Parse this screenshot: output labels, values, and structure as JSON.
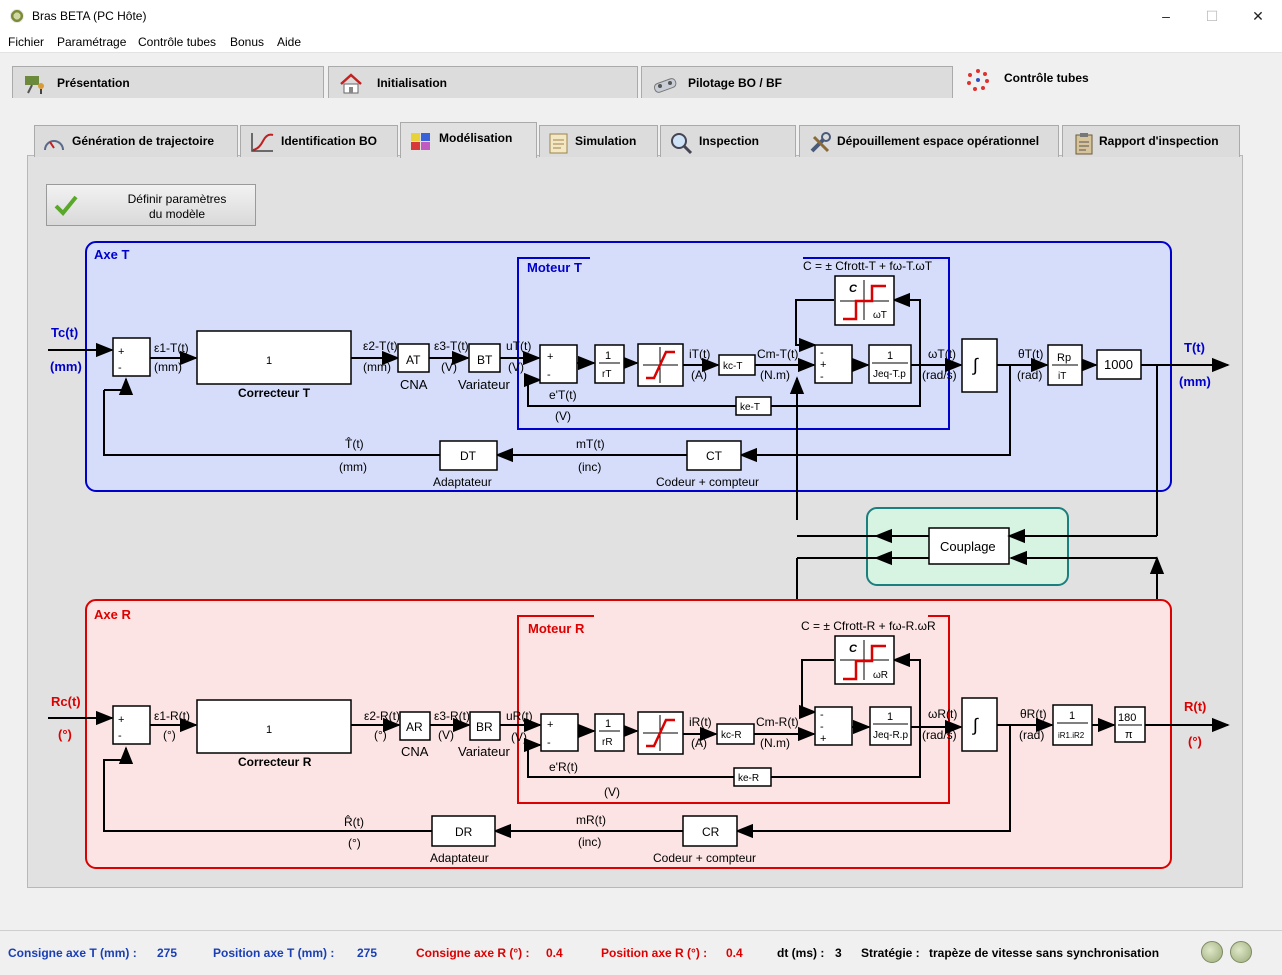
{
  "window": {
    "title": "Bras BETA (PC Hôte)",
    "minimize": "–",
    "maximize": "☐",
    "close": "✕"
  },
  "menu": [
    "Fichier",
    "Paramétrage",
    "Contrôle tubes",
    "Bonus",
    "Aide"
  ],
  "main_tabs": [
    {
      "label": "Présentation",
      "icon": "presenter-icon"
    },
    {
      "label": "Initialisation",
      "icon": "house-icon"
    },
    {
      "label": "Pilotage BO / BF",
      "icon": "joystick-icon"
    },
    {
      "label": "Contrôle tubes",
      "icon": "dots-ring-icon",
      "selected": true
    }
  ],
  "sub_tabs": [
    {
      "label": "Génération de trajectoire",
      "icon": "gauge-icon"
    },
    {
      "label": "Identification BO",
      "icon": "curve-icon"
    },
    {
      "label": "Modélisation",
      "icon": "blocks-icon",
      "selected": true
    },
    {
      "label": "Simulation",
      "icon": "scroll-icon"
    },
    {
      "label": "Inspection",
      "icon": "magnifier-icon"
    },
    {
      "label": "Dépouillement espace opérationnel",
      "icon": "tools-icon"
    },
    {
      "label": "Rapport d'inspection",
      "icon": "clipboard-icon"
    }
  ],
  "define_button": {
    "line1": "Définir paramètres",
    "line2": "du modèle"
  },
  "axisT": {
    "title": "Axe T",
    "motor_title": "Moteur T",
    "input": "Tc(t)",
    "input_unit": "(mm)",
    "eps1": "ε1-T(t)",
    "eps1_unit": "(mm)",
    "corrector_value": "1",
    "corrector_label": "Correcteur T",
    "eps2": "ε2-T(t)",
    "eps2_unit": "(mm)",
    "A": "AT",
    "A_label": "CNA",
    "eps3": "ε3-T(t)",
    "eps3_unit": "(V)",
    "B": "BT",
    "B_label": "Variateur",
    "u": "uT(t)",
    "u_unit": "(V)",
    "plus": "+",
    "minus": "-",
    "r_num": "1",
    "r_den": "rT",
    "i": "iT(t)",
    "i_unit": "(A)",
    "kc": "kc-T",
    "Cm": "Cm-T(t)",
    "Cm_unit": "(N.m)",
    "friction": "C = ± Cfrott-T + fω-T.ωT",
    "sat_c": "C",
    "sat_w": "ωT",
    "J_num": "1",
    "J_den": "Jeq-T.p",
    "omega": "ωT(t)",
    "omega_unit": "(rad/s)",
    "ke": "ke-T",
    "eprime": "e'T(t)",
    "eprime_unit": "(V)",
    "integ": "∫",
    "theta": "θT(t)",
    "theta_unit": "(rad)",
    "gain_num": "Rp",
    "gain_den": "iT",
    "gain2": "1000",
    "output": "T(t)",
    "output_unit": "(mm)",
    "hat": "T̂(t)",
    "hat_unit": "(mm)",
    "D": "DT",
    "D_label": "Adaptateur",
    "m": "mT(t)",
    "m_unit": "(inc)",
    "C": "CT",
    "C_label": "Codeur + compteur"
  },
  "axisR": {
    "title": "Axe R",
    "motor_title": "Moteur  R",
    "input": "Rc(t)",
    "input_unit": "(°)",
    "eps1": "ε1-R(t)",
    "eps1_unit": "(°)",
    "corrector_value": "1",
    "corrector_label": "Correcteur R",
    "eps2": "ε2-R(t)",
    "eps2_unit": "(°)",
    "A": "AR",
    "A_label": "CNA",
    "eps3": "ε3-R(t)",
    "eps3_unit": "(V)",
    "B": "BR",
    "B_label": "Variateur",
    "u": "uR(t)",
    "u_unit": "(V)",
    "plus": "+",
    "minus": "-",
    "r_num": "1",
    "r_den": "rR",
    "i": "iR(t)",
    "i_unit": "(A)",
    "kc": "kc-R",
    "Cm": "Cm-R(t)",
    "Cm_unit": "(N.m)",
    "friction": "C = ± Cfrott-R + fω-R.ωR",
    "sat_c": "C",
    "sat_w": "ωR",
    "J_num": "1",
    "J_den": "Jeq-R.p",
    "omega": "ωR(t)",
    "omega_unit": "(rad/s)",
    "ke": "ke-R",
    "eprime": "e'R(t)",
    "eprime_unit": "(V)",
    "integ": "∫",
    "theta": "θR(t)",
    "theta_unit": "(rad)",
    "gain_num": "1",
    "gain_den": "iR1.iR2",
    "gain2_num": "180",
    "gain2_den": "π",
    "output": "R(t)",
    "output_unit": "(°)",
    "hat": "R̂(t)",
    "hat_unit": "(°)",
    "D": "DR",
    "D_label": "Adaptateur",
    "m": "mR(t)",
    "m_unit": "(inc)",
    "C": "CR",
    "C_label": "Codeur + compteur"
  },
  "coupling": "Couplage",
  "status": {
    "consigneT_label": "Consigne axe T (mm) :",
    "consigneT_value": "275",
    "positionT_label": "Position axe T (mm) :",
    "positionT_value": "275",
    "consigneR_label": "Consigne axe R (°) :",
    "consigneR_value": "0.4",
    "positionR_label": "Position axe R (°) :",
    "positionR_value": "0.4",
    "dt_label": "dt (ms) :",
    "dt_value": "3",
    "strategy_label": "Stratégie :",
    "strategy_value": "trapèze de vitesse sans synchronisation"
  },
  "colors": {
    "blue": "#0000cc",
    "red": "#dd0000",
    "teal": "#1a7f7f",
    "blue_fill": "#d6ddfb",
    "red_fill": "#fde4e4",
    "green_fill": "#d7f3e1"
  }
}
